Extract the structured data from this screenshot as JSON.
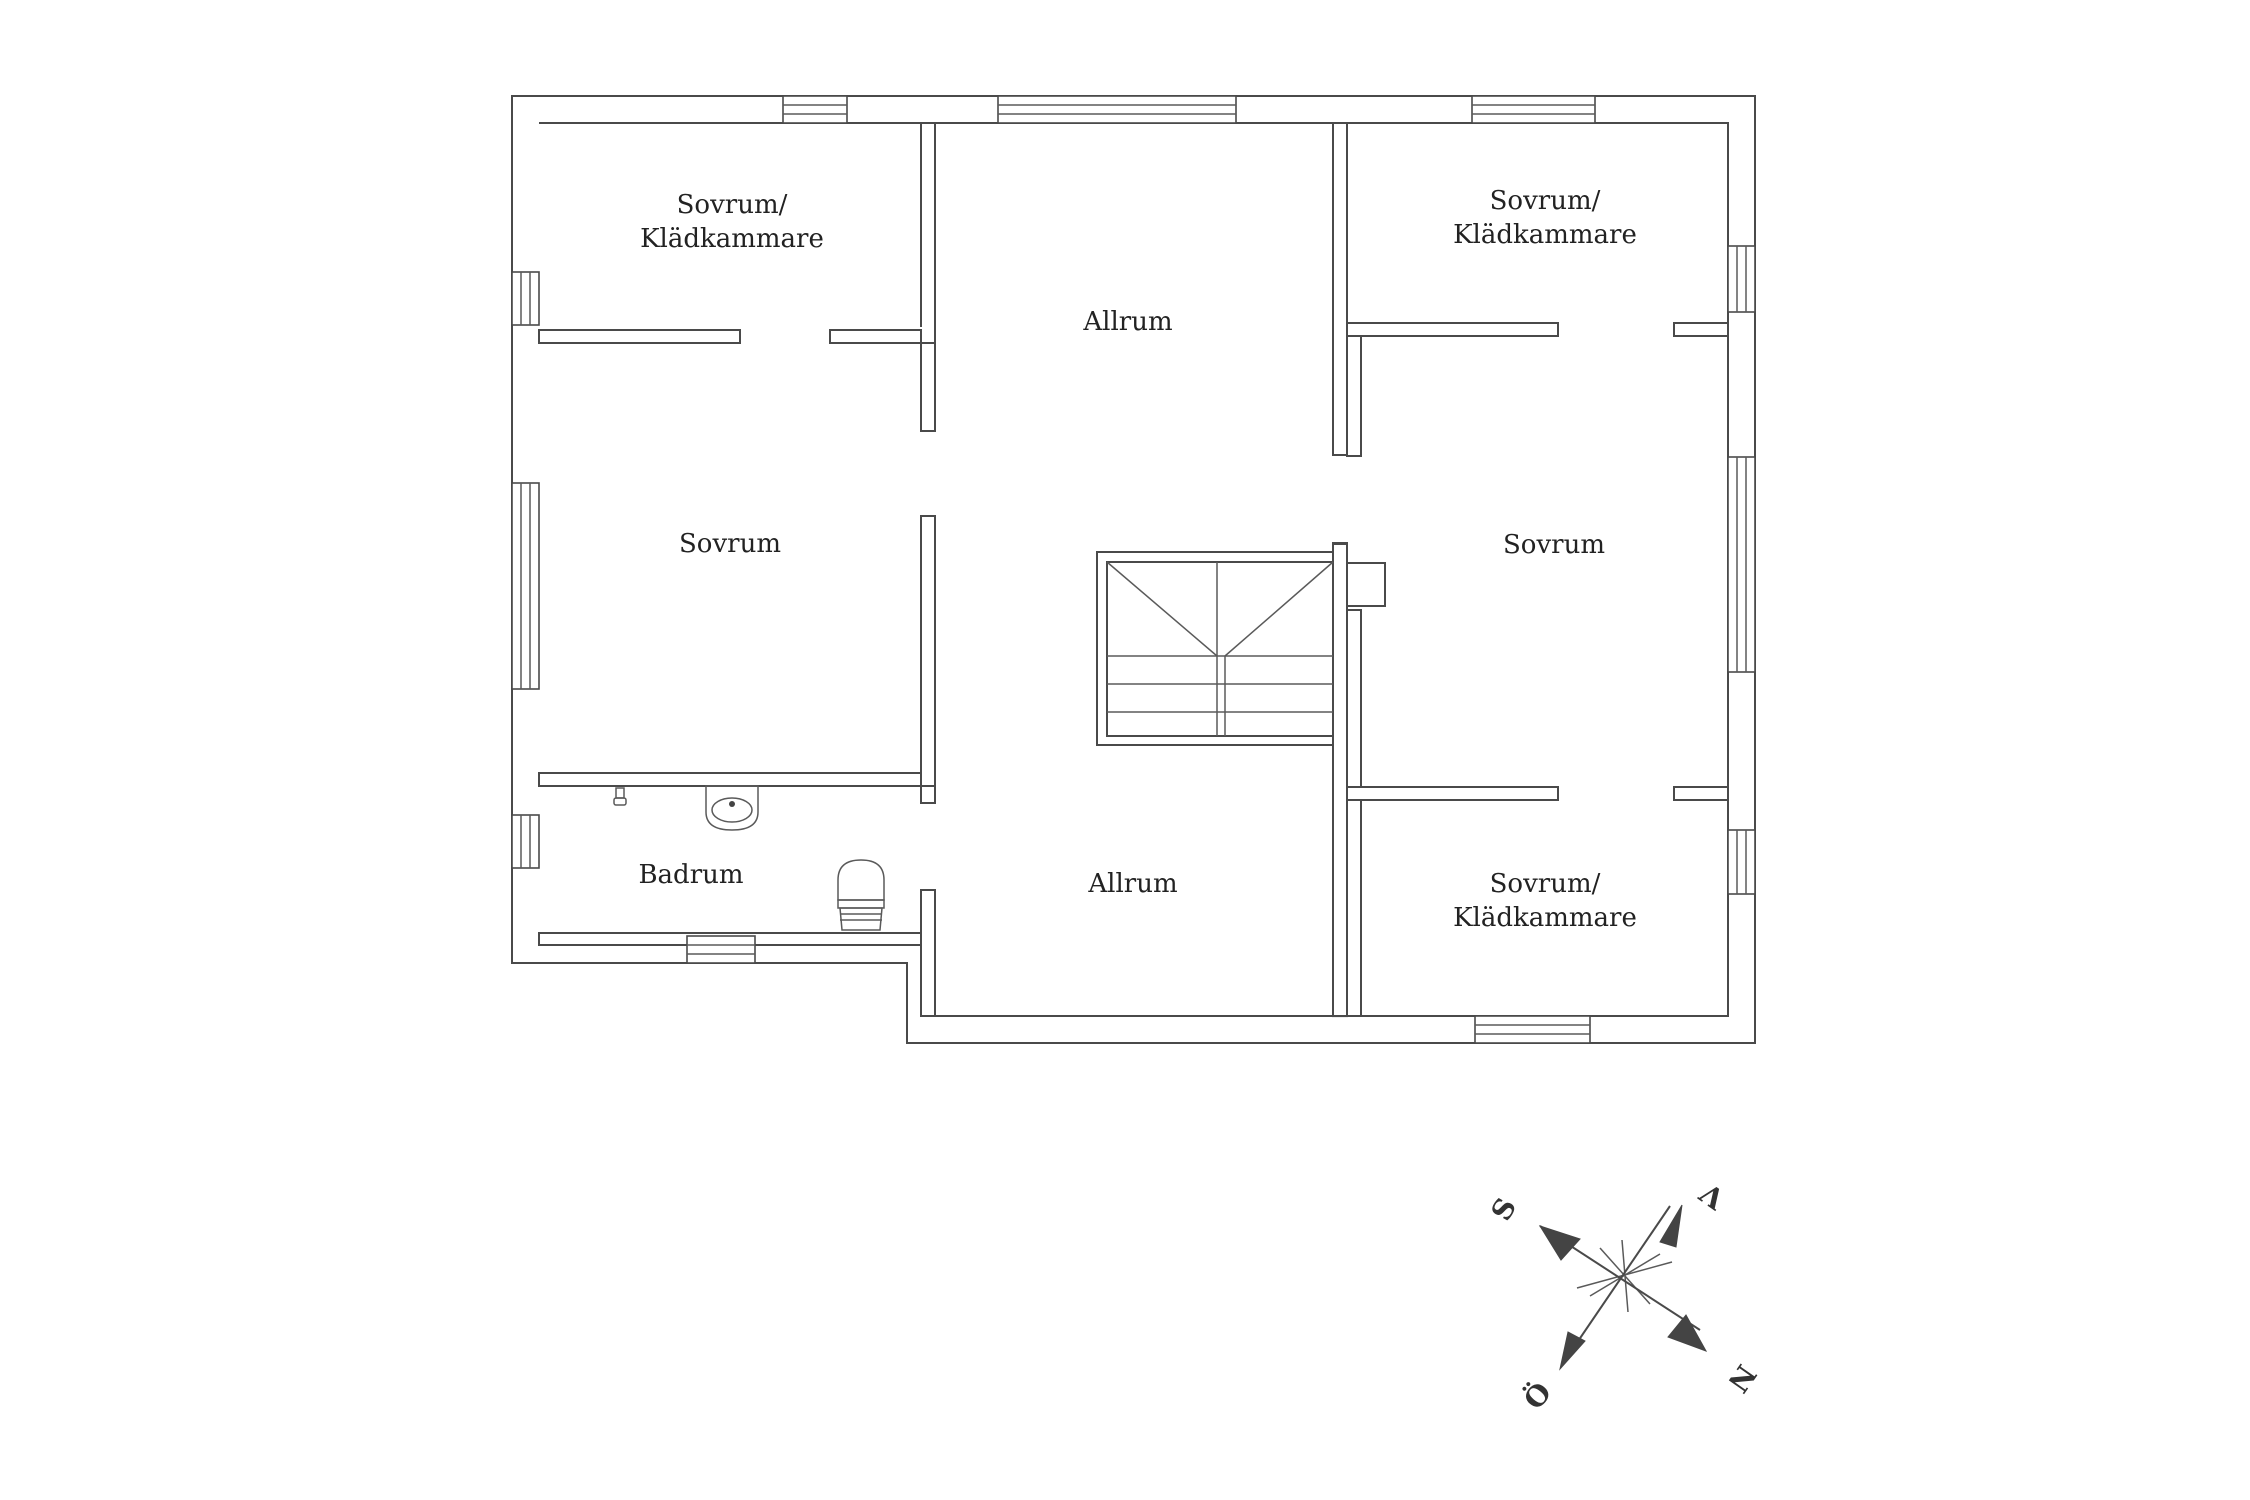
{
  "rooms": {
    "top_left": {
      "line1": "Sovrum/",
      "line2": "Klädkammare"
    },
    "top_center": {
      "label": "Allrum"
    },
    "top_right": {
      "line1": "Sovrum/",
      "line2": "Klädkammare"
    },
    "mid_left": {
      "label": "Sovrum"
    },
    "mid_right": {
      "label": "Sovrum"
    },
    "bath": {
      "label": "Badrum"
    },
    "bottom_center": {
      "label": "Allrum"
    },
    "bottom_right": {
      "line1": "Sovrum/",
      "line2": "Klädkammare"
    }
  },
  "compass": {
    "north": "N",
    "south": "S",
    "east": "Ö",
    "west": "V"
  }
}
